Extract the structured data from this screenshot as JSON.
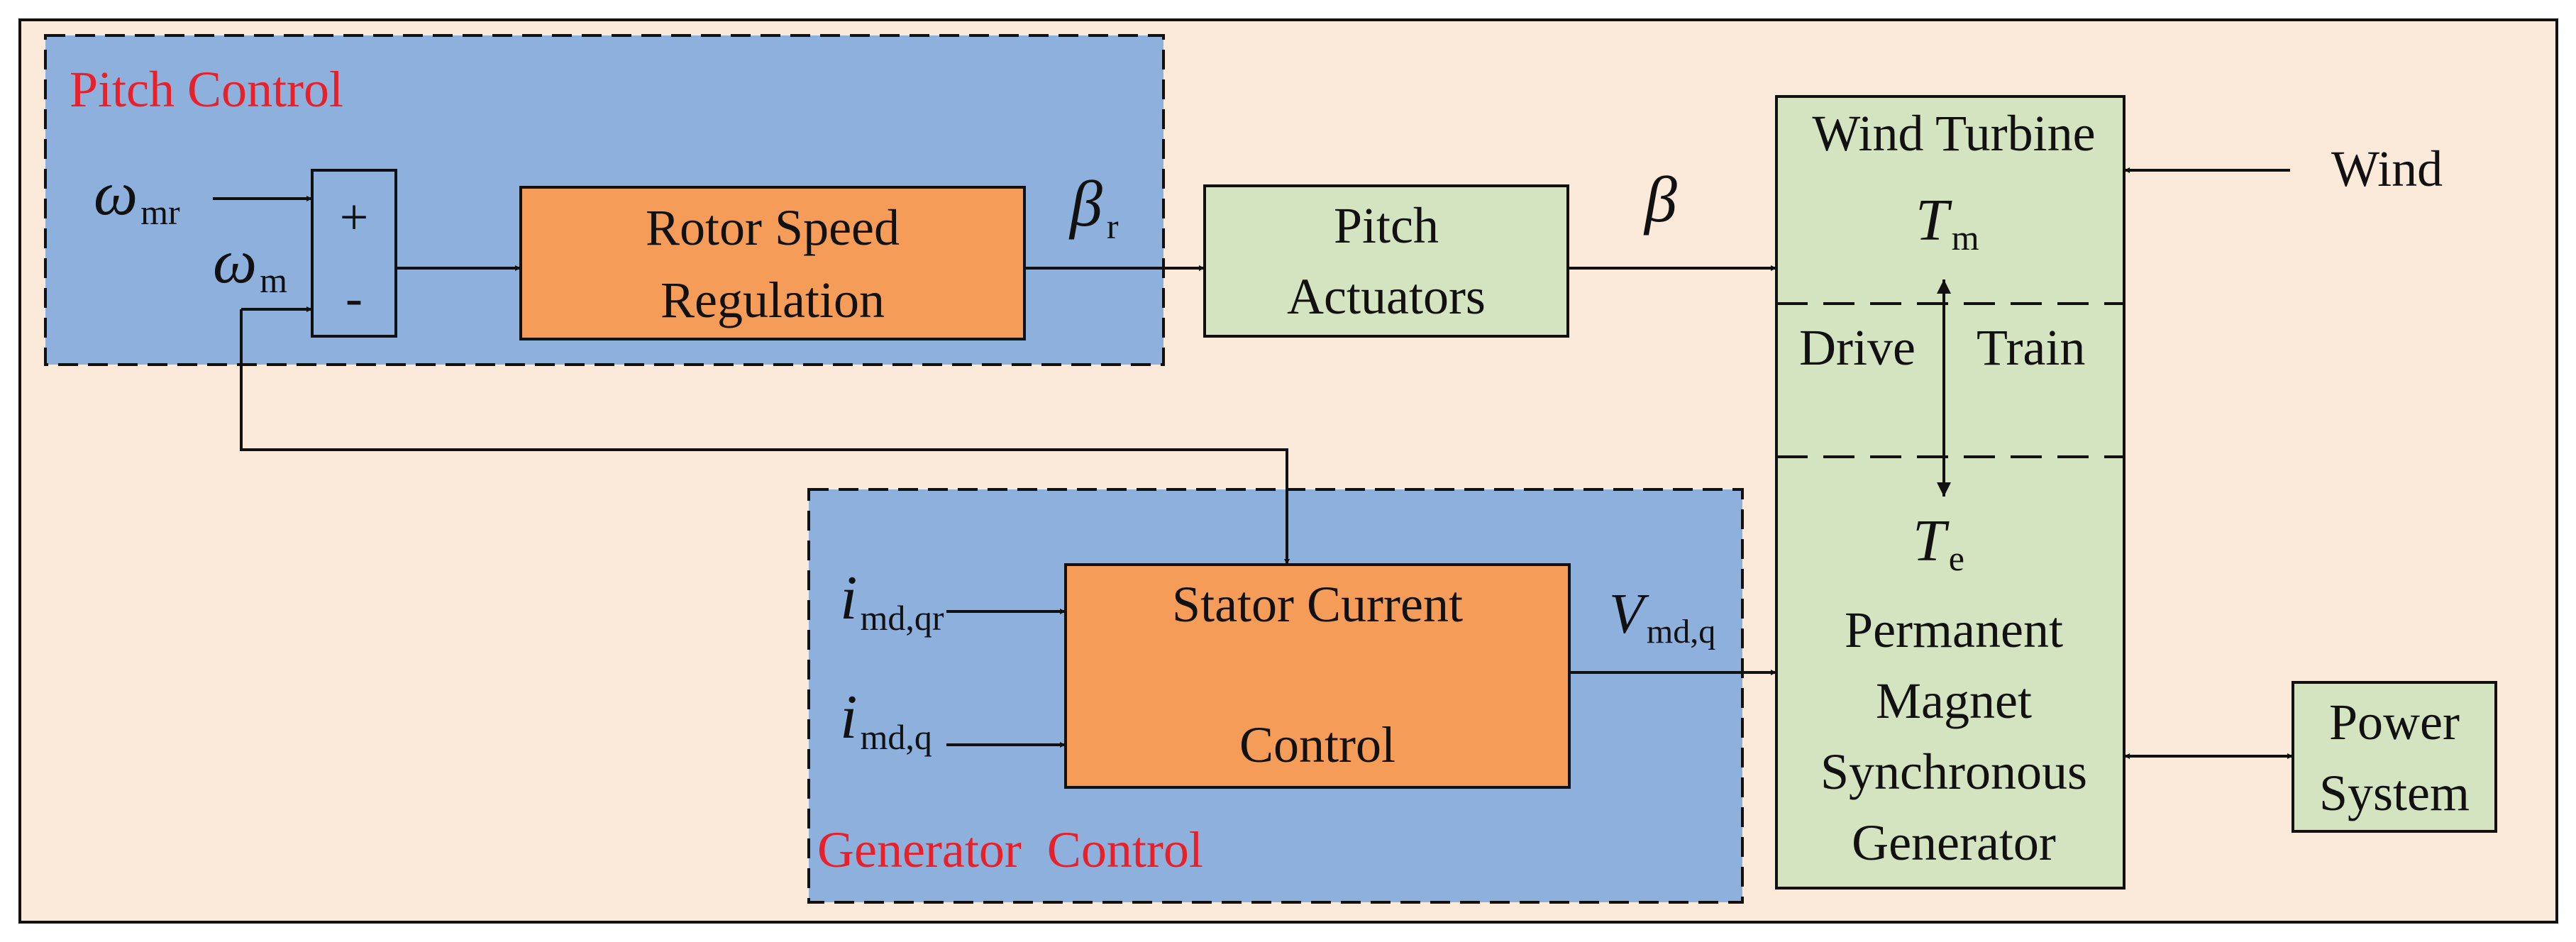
{
  "pitch_control": {
    "title": "Pitch Control"
  },
  "generator_control": {
    "title": "Generator  Control"
  },
  "inputs": {
    "omega": "ω",
    "omega_mr_sub": "mr",
    "omega_m_sub": "m",
    "i": "i",
    "i_mdqr_sub": "md,qr",
    "i_mdq_sub": "md,q"
  },
  "summing_junction": {
    "plus": "+",
    "minus": "-"
  },
  "blocks": {
    "rotor_speed": {
      "line1": "Rotor Speed",
      "line2": "Regulation"
    },
    "pitch_actuators": {
      "line1": "Pitch",
      "line2": "Actuators"
    },
    "stator_current": {
      "line1": "Stator Current",
      "line2": "Control"
    },
    "wind_turbine": {
      "title": "Wind Turbine",
      "drive": "Drive",
      "train": "Train",
      "pmsg_line1": "Permanent",
      "pmsg_line2": "Magnet",
      "pmsg_line3": "Synchronous",
      "pmsg_line4": "Generator"
    },
    "power_system": {
      "line1": "Power",
      "line2": "System"
    }
  },
  "signals": {
    "beta": "β",
    "beta_r_sub": "r",
    "T": "T",
    "Tm_sub": "m",
    "Te_sub": "e",
    "V": "V",
    "V_sub": "md,q",
    "wind": "Wind"
  },
  "colors": {
    "background": "#fbe9da",
    "control_region": "#8eb0dd",
    "orange_block": "#f59d58",
    "green_block": "#d4e3c0",
    "title_red": "#e8202a"
  }
}
